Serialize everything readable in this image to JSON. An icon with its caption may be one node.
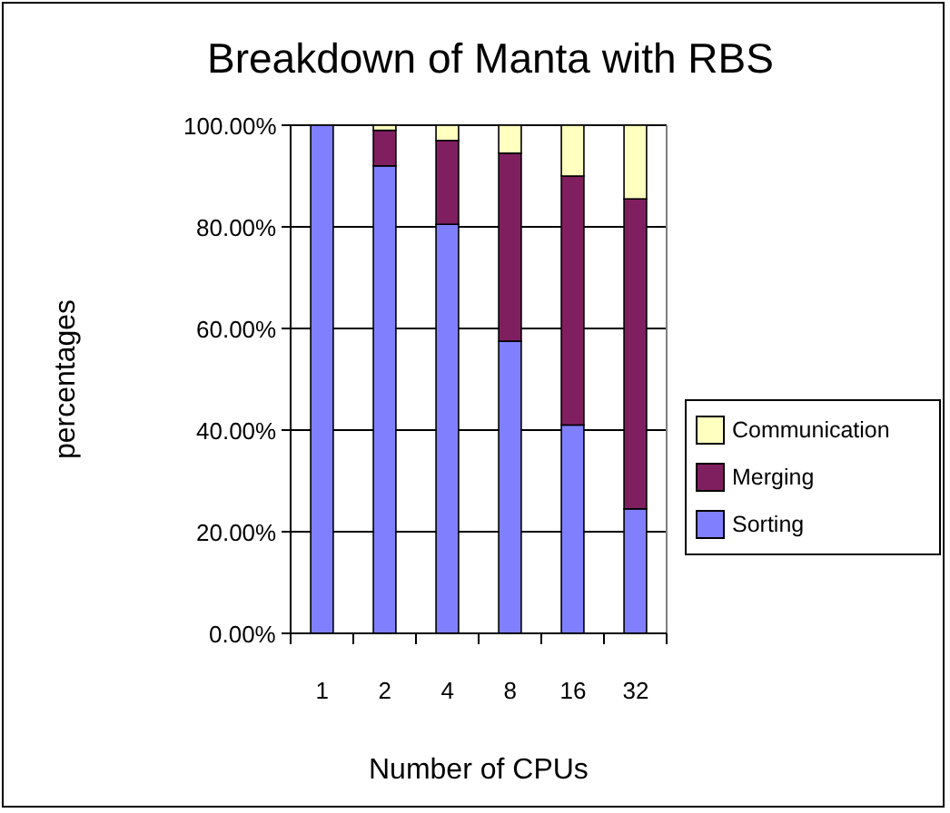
{
  "diagram": {
    "chart_data": {
      "type": "bar",
      "title": "Breakdown of Manta with RBS",
      "xlabel": "Number of CPUs",
      "ylabel": "percentages",
      "stacked": true,
      "orientation": "vertical",
      "grid": true,
      "legend": "right",
      "categories": [
        "1",
        "2",
        "4",
        "8",
        "16",
        "32"
      ],
      "ylim": [
        0,
        100
      ],
      "yticks": [
        {
          "value": 0,
          "label": "0.00%"
        },
        {
          "value": 20,
          "label": "20.00%"
        },
        {
          "value": 40,
          "label": "40.00%"
        },
        {
          "value": 60,
          "label": "60.00%"
        },
        {
          "value": 80,
          "label": "80.00%"
        },
        {
          "value": 100,
          "label": "100.00%"
        }
      ],
      "series": [
        {
          "name": "Sorting",
          "color": "#8080ff",
          "values": [
            100,
            92,
            80.5,
            57.5,
            41,
            24.5
          ]
        },
        {
          "name": "Merging",
          "color": "#7f1f5f",
          "values": [
            0,
            7,
            16.5,
            37,
            49,
            61
          ]
        },
        {
          "name": "Communication",
          "color": "#ffffc0",
          "values": [
            0,
            1,
            3,
            5.5,
            10,
            14.5
          ]
        }
      ]
    }
  }
}
